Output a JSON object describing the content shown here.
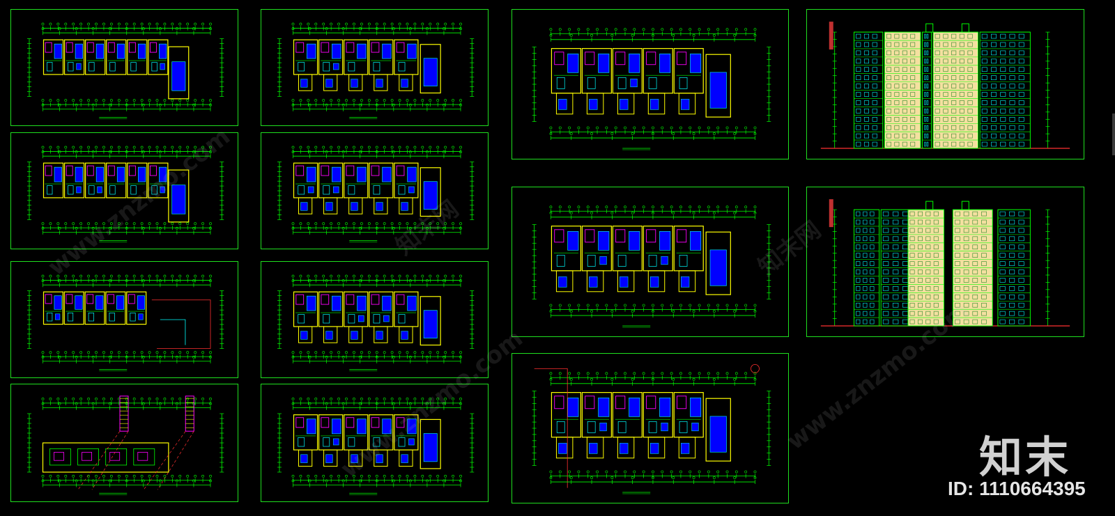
{
  "watermark": {
    "logo_text": "知末",
    "id_text": "ID: 1110664395",
    "diagonal_texts": [
      "www.znzmo.com",
      "知末网",
      "www.znzmo.com",
      "知末网",
      "www.znzmo.com"
    ]
  },
  "sheets": [
    {
      "name": "plan-sheet-1",
      "kind": "plan-L"
    },
    {
      "name": "plan-sheet-2",
      "kind": "plan-L"
    },
    {
      "name": "plan-sheet-3",
      "kind": "plan-stair"
    },
    {
      "name": "plan-sheet-4",
      "kind": "roof"
    },
    {
      "name": "plan-sheet-5",
      "kind": "plan-T"
    },
    {
      "name": "plan-sheet-6",
      "kind": "plan-T"
    },
    {
      "name": "plan-sheet-7",
      "kind": "plan-T"
    },
    {
      "name": "plan-sheet-8",
      "kind": "plan-T"
    },
    {
      "name": "plan-sheet-9",
      "kind": "plan-T"
    },
    {
      "name": "plan-sheet-10",
      "kind": "ground"
    },
    {
      "name": "plan-sheet-11",
      "kind": "site"
    },
    {
      "name": "elevation-sheet-1",
      "kind": "elevation"
    },
    {
      "name": "elevation-sheet-2",
      "kind": "elevation"
    }
  ],
  "colors": {
    "frame": "#1fe01f",
    "wall": "#ffff00",
    "room": "#0000ff",
    "accent": "#ff00ff",
    "dim": "#00ff00",
    "cyan": "#00ffff",
    "red": "#ff3030",
    "facade": "#ffe79a"
  }
}
